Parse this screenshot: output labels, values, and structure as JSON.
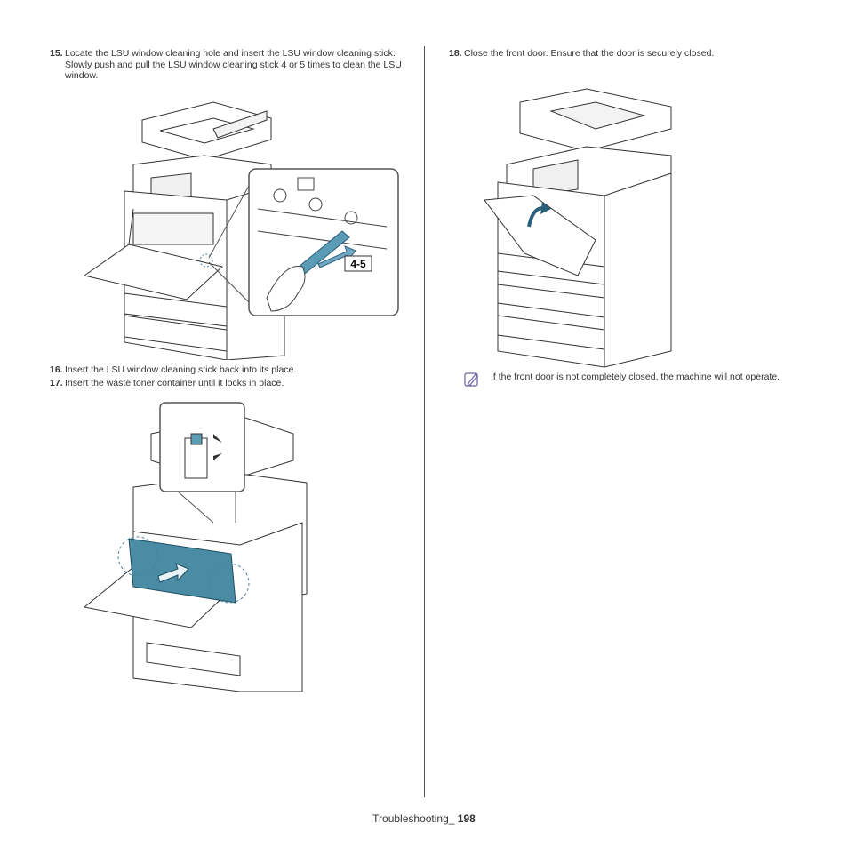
{
  "steps": {
    "s15": {
      "num": "15.",
      "text": "Locate the LSU window cleaning hole and insert the LSU window cleaning stick. Slowly push and pull the LSU window cleaning stick 4 or 5 times to clean the LSU window."
    },
    "s16": {
      "num": "16.",
      "text": "Insert the LSU window cleaning stick back into its place."
    },
    "s17": {
      "num": "17.",
      "text": "Insert the waste toner container until it locks in place."
    },
    "s18": {
      "num": "18.",
      "text": "Close the front door. Ensure that the door is securely closed."
    }
  },
  "figure1": {
    "callout": "4-5"
  },
  "note": {
    "icon": "note-pencil-icon",
    "text": "If the front door is not completely closed, the machine will not operate."
  },
  "footer": {
    "section": "Troubleshooting_",
    "page": "198"
  },
  "colors": {
    "toner": "#4a8ca3",
    "stick": "#5a9bb5",
    "arrow": "#6fa8c2"
  }
}
